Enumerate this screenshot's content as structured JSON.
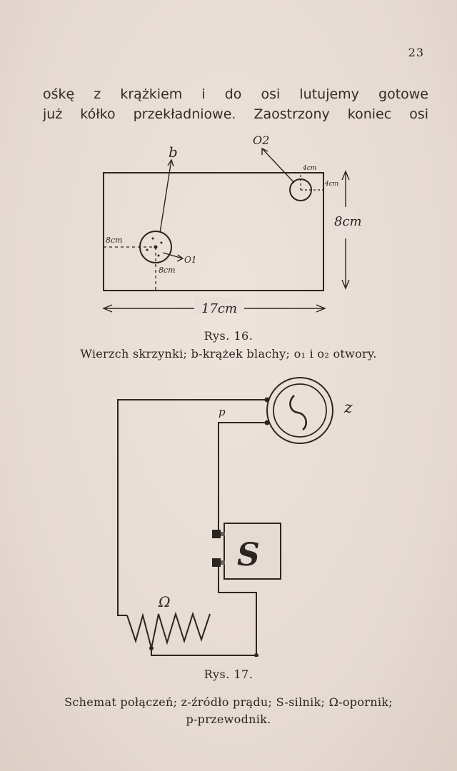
{
  "page_number": "23",
  "body_text": [
    "ośkę z krążkiem i do osi lutujemy gotowe",
    "już kółko przekładniowe. Zaostrzony koniec osi"
  ],
  "figure16": {
    "title": "Rys. 16.",
    "caption": "Wierzch skrzynki; b-krążek blachy; o₁ i o₂ otwory.",
    "labels": {
      "b": "b",
      "o2": "O2",
      "o1": "O1",
      "dim_4cm_top": "4cm",
      "dim_4cm_side": "4cm",
      "dim_8cm_left": "8cm",
      "dim_8cm_bottom": "8cm",
      "height": "8cm",
      "width": "17cm"
    }
  },
  "figure17": {
    "title": "Rys. 17.",
    "caption_line1": "Schemat połączeń; z-źródło prądu; S-silnik; Ω-opornik;",
    "caption_line2": "p-przewodnik.",
    "labels": {
      "z": "z",
      "p": "p",
      "S": "S",
      "omega": "Ω",
      "source_symbol": "∼"
    }
  }
}
